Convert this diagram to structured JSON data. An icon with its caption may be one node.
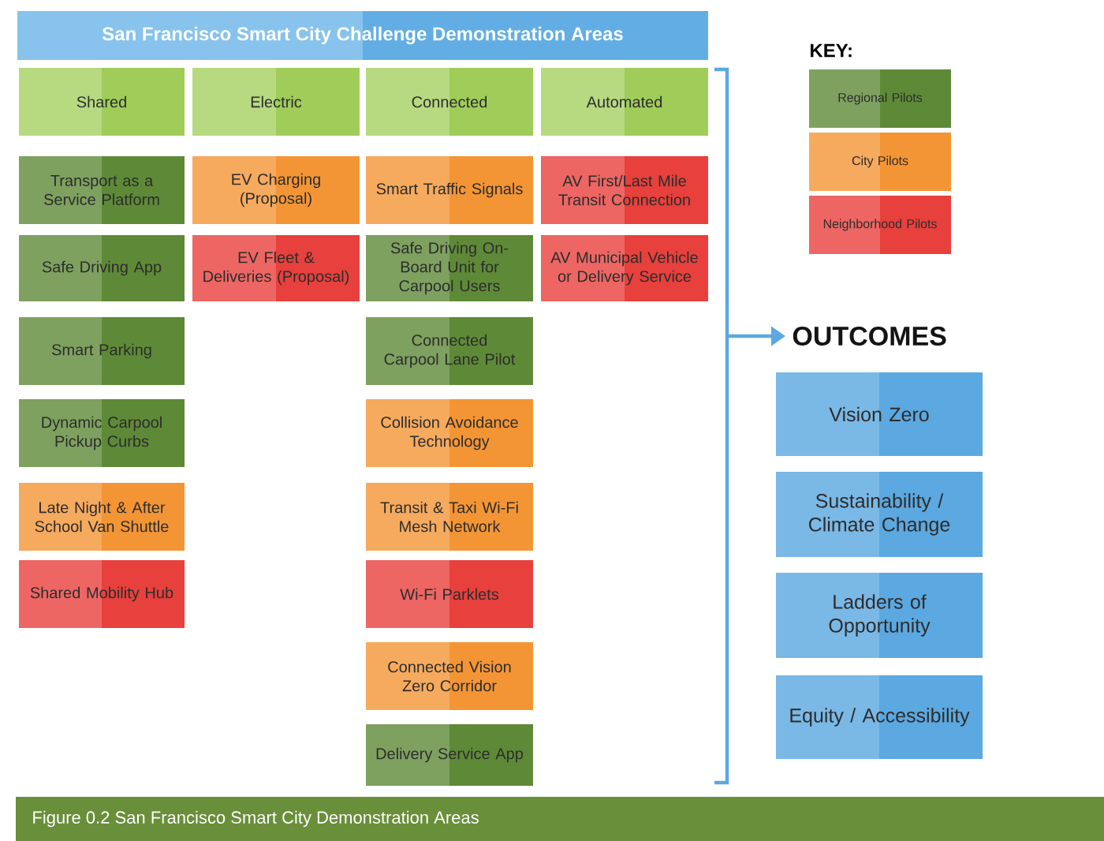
{
  "diagram": {
    "title": "San Francisco Smart City Challenge Demonstration Areas",
    "caption": "Figure 0.2 San Francisco Smart City Demonstration Areas",
    "nodes": [
      {
        "text": [
          "Shared"
        ]
      },
      {
        "text": [
          "Electric"
        ]
      },
      {
        "text": [
          "Connected"
        ]
      },
      {
        "text": [
          "Automated"
        ]
      },
      {
        "text": [
          "Transport as a Service Platform"
        ]
      },
      {
        "text": [
          "Safe Driving App"
        ]
      },
      {
        "text": [
          "Smart Parking"
        ]
      },
      {
        "text": [
          "Dynamic Carpool Pickup Curbs"
        ]
      },
      {
        "text": [
          "Late Night & After School Van Shuttle"
        ]
      },
      {
        "text": [
          "Shared Mobility Hub"
        ]
      },
      {
        "text": [
          "EV Charging (Proposal)"
        ]
      },
      {
        "text": [
          "EV Fleet & Deliveries (Proposal)"
        ]
      },
      {
        "text": [
          "Smart Traffic Signals"
        ]
      },
      {
        "text": [
          "Safe Driving On-Board Unit for Carpool Users"
        ]
      },
      {
        "text": [
          "Connected Carpool Lane Pilot"
        ]
      },
      {
        "text": [
          "Collision Avoidance Technology"
        ]
      },
      {
        "text": [
          "Transit & Taxi Wi-Fi Mesh Network"
        ]
      },
      {
        "text": [
          "Wi-Fi Parklets"
        ]
      },
      {
        "text": [
          "Connected Vision Zero Corridor"
        ]
      },
      {
        "text": [
          "Delivery Service App"
        ]
      },
      {
        "text": [
          "AV First/Last Mile Transit Connection"
        ]
      },
      {
        "text": [
          "AV Municipal Vehicle or Delivery Service"
        ]
      },
      {
        "text": [
          "OUTCOMES"
        ]
      },
      {
        "text": [
          "Vision Zero"
        ]
      },
      {
        "text": [
          "Sustainability / Climate Change"
        ]
      },
      {
        "text": [
          "Ladders of Opportunity"
        ]
      },
      {
        "text": [
          "Equity / Accessibility"
        ]
      }
    ],
    "edges": [
      {
        "from": null,
        "to": 22,
        "arrow": "to"
      }
    ],
    "labels": [
      "KEY:"
    ],
    "legend": [
      {
        "text": "Regional Pilots",
        "color": "#5e8a37"
      },
      {
        "text": "City Pilots",
        "color": "#f49535"
      },
      {
        "text": "Neighborhood Pilots",
        "color": "#e8403c"
      }
    ]
  }
}
